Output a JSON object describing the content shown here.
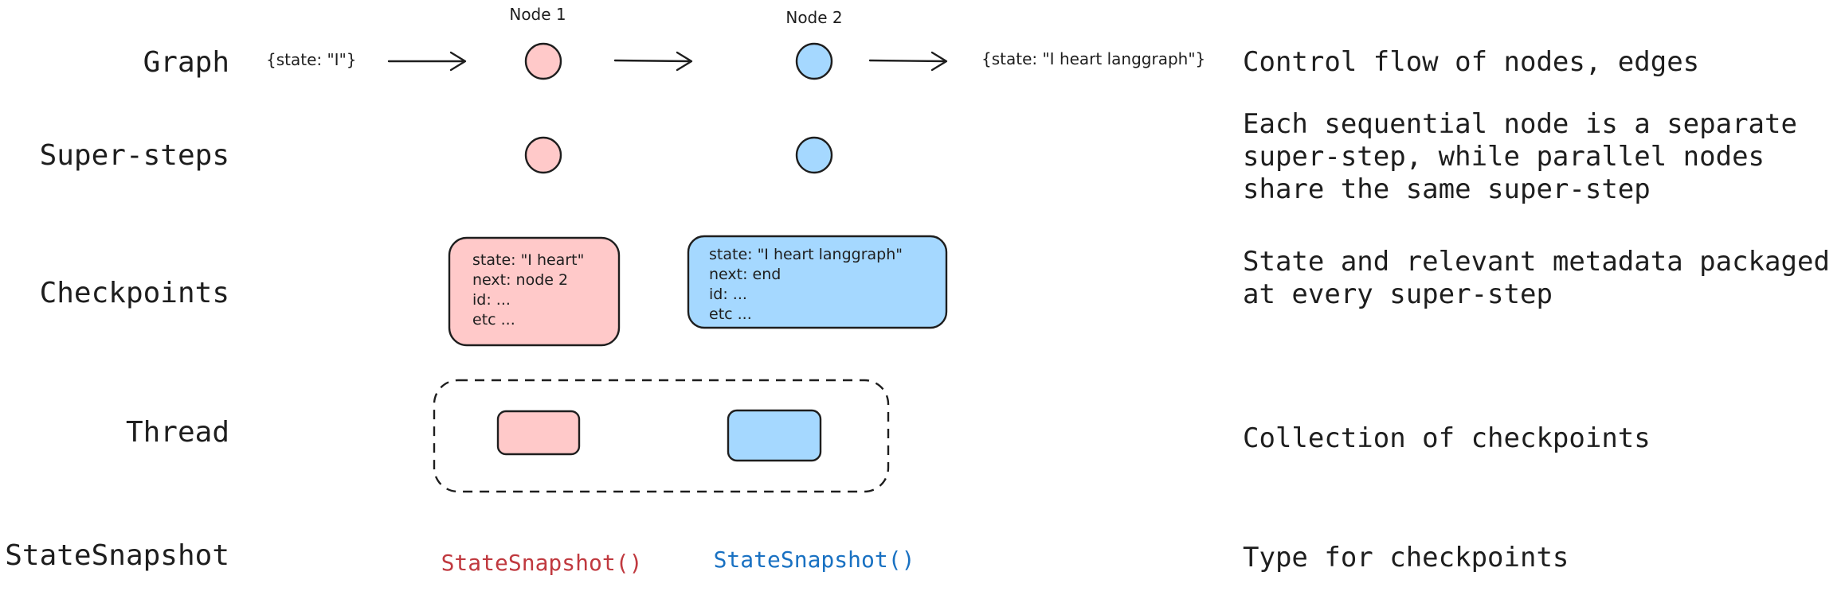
{
  "rows": {
    "graph": "Graph",
    "super_steps": "Super-steps",
    "checkpoints": "Checkpoints",
    "thread": "Thread",
    "state_snapshot": "StateSnapshot"
  },
  "graph": {
    "input_state": "{state: \"I\"}",
    "output_state": "{state: \"I heart langgraph\"}",
    "node1_label": "Node 1",
    "node2_label": "Node 2"
  },
  "checkpoints": {
    "node1": {
      "line1": "state: \"I heart\"",
      "line2": "next: node 2",
      "line3": "id: ...",
      "line4": "etc ..."
    },
    "node2": {
      "line1": "state: \"I heart langgraph\"",
      "line2": "next: end",
      "line3": "id: ...",
      "line4": "etc ..."
    }
  },
  "snapshots": {
    "node1": "StateSnapshot()",
    "node2": "StateSnapshot()"
  },
  "descriptions": {
    "graph": "Control flow of nodes, edges",
    "super_steps_1": "Each sequential node is a separate",
    "super_steps_2": "super-step, while parallel nodes",
    "super_steps_3": "share the same super-step",
    "checkpoints_1": "State and relevant metadata packaged",
    "checkpoints_2": "at every super-step",
    "thread": "Collection of checkpoints",
    "state_snapshot": "Type for checkpoints"
  },
  "colors": {
    "node1_fill": "#ffc9c9",
    "node2_fill": "#a5d8ff",
    "node1_text": "#c0393f",
    "node2_text": "#1971c2",
    "stroke": "#1e1e1e"
  }
}
